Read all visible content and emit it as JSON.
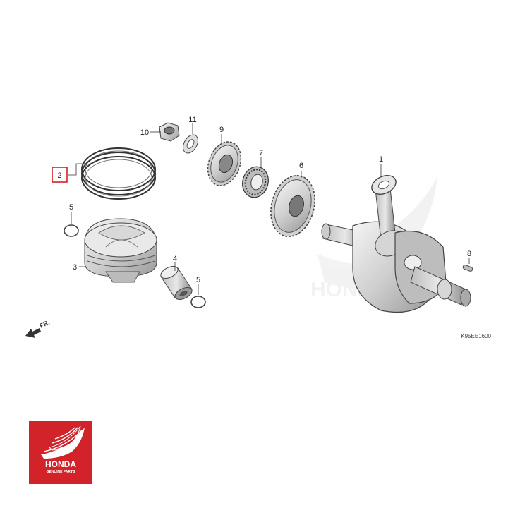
{
  "diagram": {
    "callouts": {
      "p1": "1",
      "p2": "2",
      "p3": "3",
      "p4": "4",
      "p5a": "5",
      "p5b": "5",
      "p6": "6",
      "p7": "7",
      "p8": "8",
      "p9": "9",
      "p10": "10",
      "p11": "11"
    },
    "highlighted_part": "2",
    "highlight_color": "#d2232a",
    "front_indicator": "FR.",
    "diagram_code": "K95EE1600"
  },
  "logo": {
    "brand": "HONDA",
    "tagline": "GENUINE PARTS",
    "background_color": "#d2232a",
    "icon": "honda-wing-icon"
  }
}
